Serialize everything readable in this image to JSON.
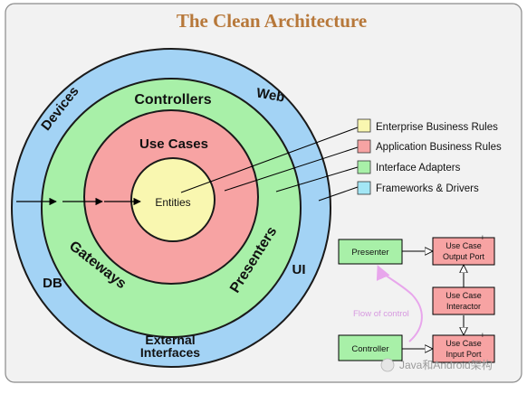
{
  "title": "The Clean Architecture",
  "colors": {
    "frame": "#f2f2f2",
    "title": "#b7783a",
    "outer_ring": "#a3d3f5",
    "adapters_ring": "#a8f0a8",
    "use_cases_ring": "#f7a3a3",
    "entities": "#f9f7b0",
    "flow": "#e8a6ec"
  },
  "rings": {
    "devices": "Devices",
    "web": "Web",
    "db": "DB",
    "ui": "UI",
    "external": "External",
    "interfaces": "Interfaces",
    "controllers": "Controllers",
    "gateways": "Gateways",
    "presenters": "Presenters",
    "use_cases": "Use Cases",
    "entities": "Entities"
  },
  "legend": [
    {
      "label": "Enterprise Business Rules",
      "color": "#f9f7b0"
    },
    {
      "label": "Application Business Rules",
      "color": "#f7a3a3"
    },
    {
      "label": "Interface Adapters",
      "color": "#a8f0a8"
    },
    {
      "label": "Frameworks & Drivers",
      "color": "#a3e6f5"
    }
  ],
  "flow": {
    "presenter": "Presenter",
    "controller": "Controller",
    "output_port_line1": "Use Case",
    "output_port_line2": "Output Port",
    "interactor_line1": "Use Case",
    "interactor_line2": "Interactor",
    "input_port_line1": "Use Case",
    "input_port_line2": "Input Port",
    "stereotype": "I",
    "flow_label": "Flow of control"
  },
  "watermark": "Java和Android架构"
}
